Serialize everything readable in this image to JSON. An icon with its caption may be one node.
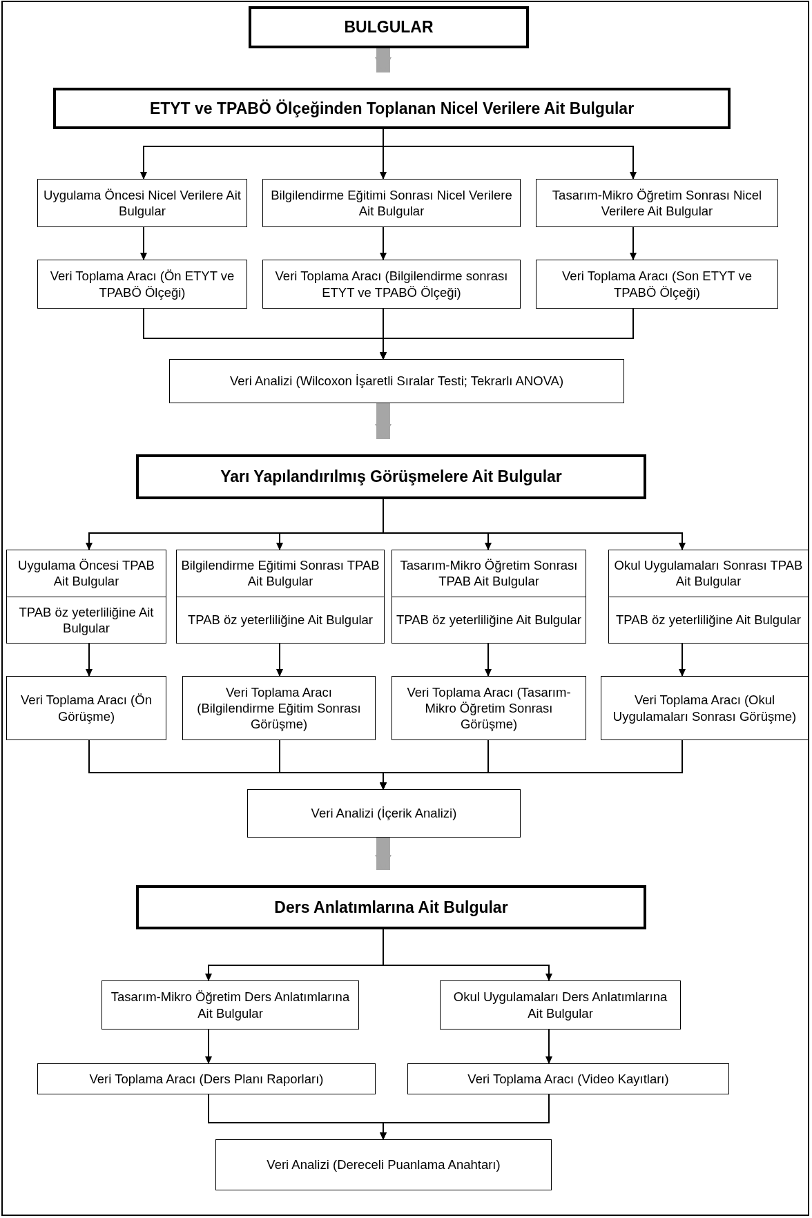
{
  "diagram": {
    "nodes": [
      {
        "text": [
          "BULGULAR"
        ]
      },
      {
        "text": [
          "ETYT ve TPABÖ Ölçeğinden Toplanan Nicel Verilere Ait Bulgular"
        ]
      },
      {
        "text": [
          "Uygulama Öncesi Nicel Verilere Ait Bulgular"
        ]
      },
      {
        "text": [
          "Bilgilendirme Eğitimi Sonrası Nicel Verilere Ait Bulgular"
        ]
      },
      {
        "text": [
          "Tasarım-Mikro Öğretim Sonrası Nicel Verilere Ait Bulgular"
        ]
      },
      {
        "text": [
          "Veri Toplama Aracı (Ön ETYT ve TPABÖ Ölçeği)"
        ]
      },
      {
        "text": [
          "Veri Toplama Aracı (Bilgilendirme sonrası ETYT ve TPABÖ Ölçeği)"
        ]
      },
      {
        "text": [
          "Veri Toplama Aracı (Son ETYT ve TPABÖ Ölçeği)"
        ]
      },
      {
        "text": [
          "Veri Analizi (Wilcoxon İşaretli Sıralar Testi; Tekrarlı ANOVA)"
        ]
      },
      {
        "text": [
          "Yarı Yapılandırılmış Görüşmelere Ait Bulgular"
        ]
      },
      {
        "text": [
          "Uygulama Öncesi TPAB Ait Bulgular",
          "TPAB öz yeterliliğine Ait Bulgular"
        ]
      },
      {
        "text": [
          "Bilgilendirme Eğitimi Sonrası TPAB Ait Bulgular",
          "TPAB öz yeterliliğine Ait Bulgular"
        ]
      },
      {
        "text": [
          "Tasarım-Mikro Öğretim Sonrası TPAB Ait Bulgular",
          "TPAB öz yeterliliğine Ait Bulgular"
        ]
      },
      {
        "text": [
          "Okul Uygulamaları Sonrası TPAB Ait Bulgular",
          "TPAB öz yeterliliğine Ait Bulgular"
        ]
      },
      {
        "text": [
          "Veri Toplama Aracı (Ön Görüşme)"
        ]
      },
      {
        "text": [
          "Veri Toplama Aracı (Bilgilendirme Eğitim Sonrası Görüşme)"
        ]
      },
      {
        "text": [
          "Veri Toplama Aracı (Tasarım-Mikro Öğretim Sonrası Görüşme)"
        ]
      },
      {
        "text": [
          "Veri Toplama Aracı (Okul Uygulamaları Sonrası Görüşme)"
        ]
      },
      {
        "text": [
          "Veri Analizi (İçerik Analizi)"
        ]
      },
      {
        "text": [
          "Ders Anlatımlarına Ait Bulgular"
        ]
      },
      {
        "text": [
          "Tasarım-Mikro Öğretim Ders Anlatımlarına Ait Bulgular"
        ]
      },
      {
        "text": [
          "Okul Uygulamaları Ders Anlatımlarına Ait Bulgular"
        ]
      },
      {
        "text": [
          "Veri Toplama Aracı (Ders Planı Raporları)"
        ]
      },
      {
        "text": [
          "Veri Toplama Aracı (Video Kayıtları)"
        ]
      },
      {
        "text": [
          "Veri Analizi (Dereceli Puanlama Anahtarı)"
        ]
      }
    ],
    "edges": [
      {
        "from": 0,
        "to": 1,
        "arrow": "to",
        "style": "thick",
        "color": "#a6a6a6"
      },
      {
        "from": 1,
        "to": 2,
        "arrow": "to"
      },
      {
        "from": 1,
        "to": 3,
        "arrow": "to"
      },
      {
        "from": 1,
        "to": 4,
        "arrow": "to"
      },
      {
        "from": 2,
        "to": 5,
        "arrow": "to"
      },
      {
        "from": 3,
        "to": 6,
        "arrow": "to"
      },
      {
        "from": 4,
        "to": 7,
        "arrow": "to"
      },
      {
        "from": 5,
        "to": 8,
        "arrow": "to"
      },
      {
        "from": 6,
        "to": 8,
        "arrow": "to"
      },
      {
        "from": 7,
        "to": 8,
        "arrow": "to"
      },
      {
        "from": 8,
        "to": 9,
        "arrow": "to",
        "style": "thick",
        "color": "#a6a6a6"
      },
      {
        "from": 9,
        "to": 10,
        "arrow": "to"
      },
      {
        "from": 9,
        "to": 11,
        "arrow": "to"
      },
      {
        "from": 9,
        "to": 12,
        "arrow": "to"
      },
      {
        "from": 9,
        "to": 13,
        "arrow": "to"
      },
      {
        "from": 10,
        "to": 14,
        "arrow": "to"
      },
      {
        "from": 11,
        "to": 15,
        "arrow": "to"
      },
      {
        "from": 12,
        "to": 16,
        "arrow": "to"
      },
      {
        "from": 13,
        "to": 17,
        "arrow": "to"
      },
      {
        "from": 14,
        "to": 18,
        "arrow": "to"
      },
      {
        "from": 15,
        "to": 18,
        "arrow": "to"
      },
      {
        "from": 16,
        "to": 18,
        "arrow": "to"
      },
      {
        "from": 17,
        "to": 18,
        "arrow": "to"
      },
      {
        "from": 18,
        "to": 19,
        "arrow": "to",
        "style": "thick",
        "color": "#a6a6a6"
      },
      {
        "from": 19,
        "to": 20,
        "arrow": "to"
      },
      {
        "from": 19,
        "to": 21,
        "arrow": "to"
      },
      {
        "from": 20,
        "to": 22,
        "arrow": "to"
      },
      {
        "from": 21,
        "to": 23,
        "arrow": "to"
      },
      {
        "from": 22,
        "to": 24,
        "arrow": "to"
      },
      {
        "from": 23,
        "to": 24,
        "arrow": "to"
      }
    ]
  }
}
